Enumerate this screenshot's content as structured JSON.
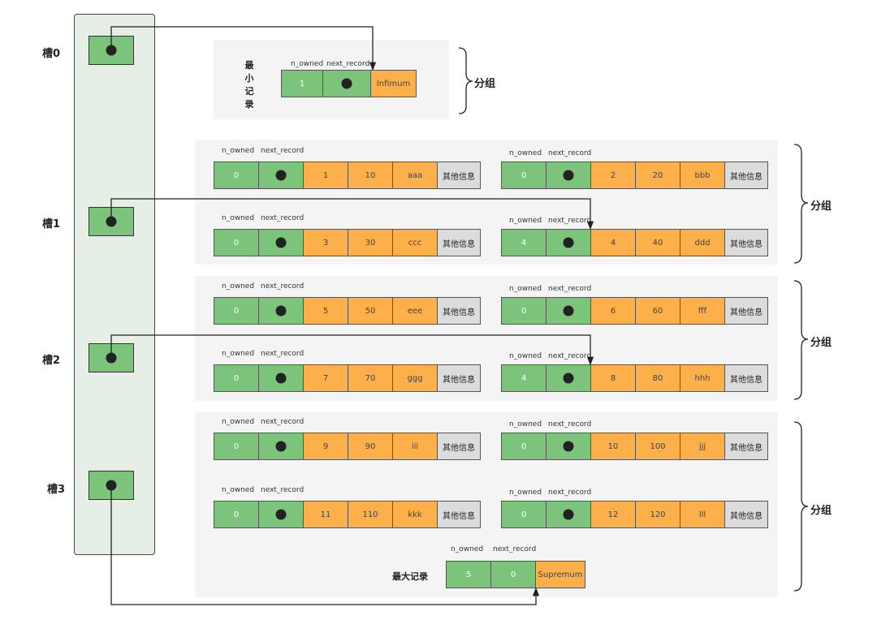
{
  "slots": [
    "槽0",
    "槽1",
    "槽2",
    "槽3"
  ],
  "headers": {
    "owned": "n_owned",
    "next": "next_record"
  },
  "infimum": {
    "label_chars": [
      "最",
      "小",
      "记",
      "录"
    ],
    "n_owned": "1",
    "name": "Infimum"
  },
  "supremum": {
    "label": "最大记录",
    "n_owned": "5",
    "next": "0",
    "name": "Supremum"
  },
  "group_label": "分组",
  "other_info": "其他信息",
  "records": [
    {
      "n_owned": "0",
      "id": "1",
      "value": "10",
      "name": "aaa"
    },
    {
      "n_owned": "0",
      "id": "2",
      "value": "20",
      "name": "bbb"
    },
    {
      "n_owned": "0",
      "id": "3",
      "value": "30",
      "name": "ccc"
    },
    {
      "n_owned": "4",
      "id": "4",
      "value": "40",
      "name": "ddd"
    },
    {
      "n_owned": "0",
      "id": "5",
      "value": "50",
      "name": "eee"
    },
    {
      "n_owned": "0",
      "id": "6",
      "value": "60",
      "name": "fff"
    },
    {
      "n_owned": "0",
      "id": "7",
      "value": "70",
      "name": "ggg"
    },
    {
      "n_owned": "4",
      "id": "8",
      "value": "80",
      "name": "hhh"
    },
    {
      "n_owned": "0",
      "id": "9",
      "value": "90",
      "name": "iii"
    },
    {
      "n_owned": "0",
      "id": "10",
      "value": "100",
      "name": "jjj"
    },
    {
      "n_owned": "0",
      "id": "11",
      "value": "110",
      "name": "kkk"
    },
    {
      "n_owned": "0",
      "id": "12",
      "value": "120",
      "name": "lll"
    }
  ],
  "colors": {
    "green": "#7cc47c",
    "orange": "#fdb04a",
    "grey": "#dcdcdc",
    "slot_bg": "#e6efe6",
    "group_bg": "#f4f4f4"
  }
}
